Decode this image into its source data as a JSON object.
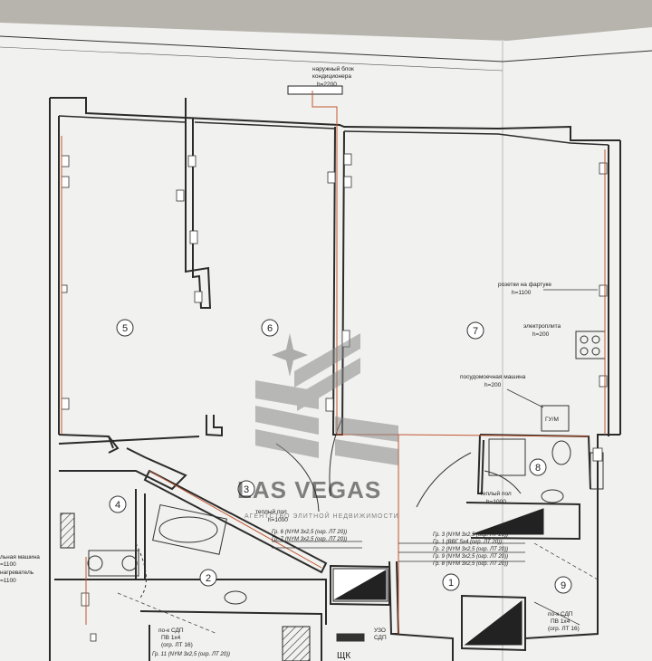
{
  "rooms": [
    {
      "id": "room-5",
      "label": "5"
    },
    {
      "id": "room-6",
      "label": "6"
    },
    {
      "id": "room-7",
      "label": "7"
    },
    {
      "id": "room-4",
      "label": "4"
    },
    {
      "id": "room-3",
      "label": "3"
    },
    {
      "id": "room-8",
      "label": "8"
    },
    {
      "id": "room-2",
      "label": "2"
    },
    {
      "id": "room-1",
      "label": "1"
    },
    {
      "id": "room-9",
      "label": "9"
    }
  ],
  "annotations": {
    "outdoor_unit_1": "наружный блок",
    "outdoor_unit_2": "кондиционера",
    "outdoor_unit_h": "h=2200",
    "apron_sockets": "розетки на фартуке",
    "apron_h": "h=1100",
    "stove": "электроплита",
    "stove_h": "h=200",
    "dishwasher": "посудомоечная машина",
    "dishwasher_h": "h=200",
    "heated_floor_a": "теплый пол",
    "heated_floor_a_h": "h=1000",
    "heated_floor_b": "теплый пол",
    "heated_floor_b_h": "h=1000",
    "washing_machine": "льная машина",
    "washing_h": "=1100",
    "water_heater": "нагреватель",
    "water_heater_h": "=1100",
    "panel": "ЩК",
    "uzo_1": "УЗО",
    "uzo_2": "СДП",
    "sdp_left_1": "по-к СДП",
    "sdp_left_2": "ПВ 1х4",
    "sdp_left_3": "(огр. ЛТ 16)",
    "sdp_right_1": "по-к СДП",
    "sdp_right_2": "ПВ 1х4",
    "sdp_right_3": "(огр. ЛТ 16)",
    "ym_label": "ГУ/М"
  },
  "cable_groups": [
    {
      "id": "group-6",
      "text": "Гр. 6 (NYM 3х2,5 (огр. ЛТ 20))"
    },
    {
      "id": "group-7",
      "text": "Гр. 7 (NYM 3х2,5 (огр. ЛТ 20))"
    },
    {
      "id": "group-3",
      "text": "Гр. 3 (NYM 3х2,5 (огр. ЛТ 20))"
    },
    {
      "id": "group-1",
      "text": "Гр. 1 (ВВГ 5х4 (огр. ЛТ 20))"
    },
    {
      "id": "group-2",
      "text": "Гр. 2 (NYM 3х2,5 (огр. ЛТ 20))"
    },
    {
      "id": "group-9",
      "text": "Гр. 9 (NYM 3х2,5 (огр. ЛТ 20))"
    },
    {
      "id": "group-8",
      "text": "Гр. 8 (NYM 3х2,5 (огр. ЛТ 20))"
    },
    {
      "id": "group-11",
      "text": "Гр. 11 (NYM 3х2,5 (огр. ЛТ 20))"
    }
  ],
  "watermark": {
    "text": "LAS VEGAS",
    "subtitle": "АГЕНТСТВО ЭЛИТНОЙ НЕДВИЖИМОСТИ"
  },
  "colors": {
    "paper": "#f1f1ef",
    "wall": "#2b2b2b",
    "cable": "#c2562f",
    "watermark": "#7f7f7f"
  }
}
